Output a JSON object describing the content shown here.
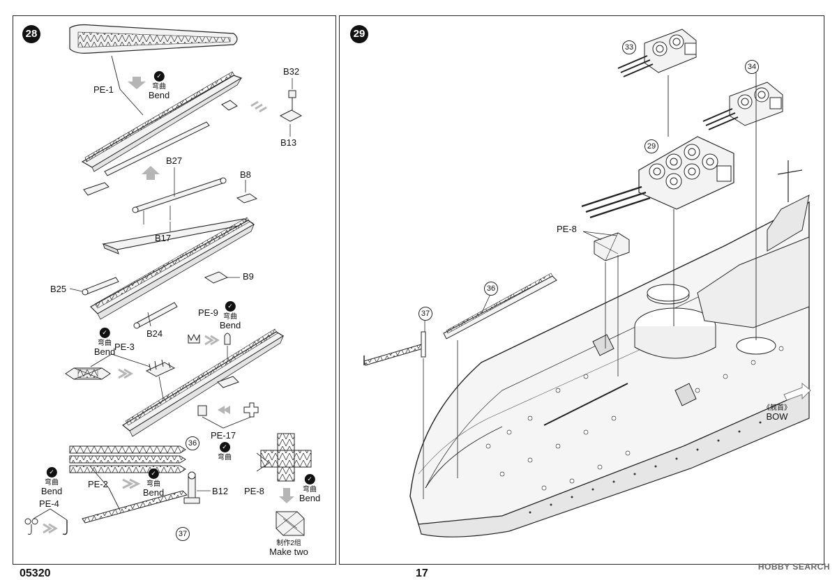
{
  "steps": {
    "s28": "28",
    "s29": "29"
  },
  "callouts": {
    "c33": "33",
    "c34": "34",
    "c29": "29",
    "c36": "36",
    "c37": "37",
    "c36b": "36",
    "c37b": "37"
  },
  "parts": {
    "pe1": "PE-1",
    "b32": "B32",
    "b13": "B13",
    "b27": "B27",
    "b8": "B8",
    "b17": "B17",
    "b25": "B25",
    "b9": "B9",
    "b24": "B24",
    "pe9": "PE-9",
    "pe3": "PE-3",
    "pe17": "PE-17",
    "pe2": "PE-2",
    "b12": "B12",
    "pe8a": "PE-8",
    "pe4": "PE-4",
    "pe8b": "PE-8"
  },
  "bend": {
    "cn": "弯曲",
    "en": "Bend"
  },
  "make_two": {
    "cn": "制作2组",
    "en": "Make two"
  },
  "bow": {
    "cn": "《舰首》",
    "en": "BOW"
  },
  "footer": {
    "code": "05320",
    "page": "17"
  },
  "watermark": "HOBBY SEARCH",
  "colors": {
    "line": "#222222",
    "arrow": "#b5b5b5",
    "fill": "#f3f3f3"
  }
}
